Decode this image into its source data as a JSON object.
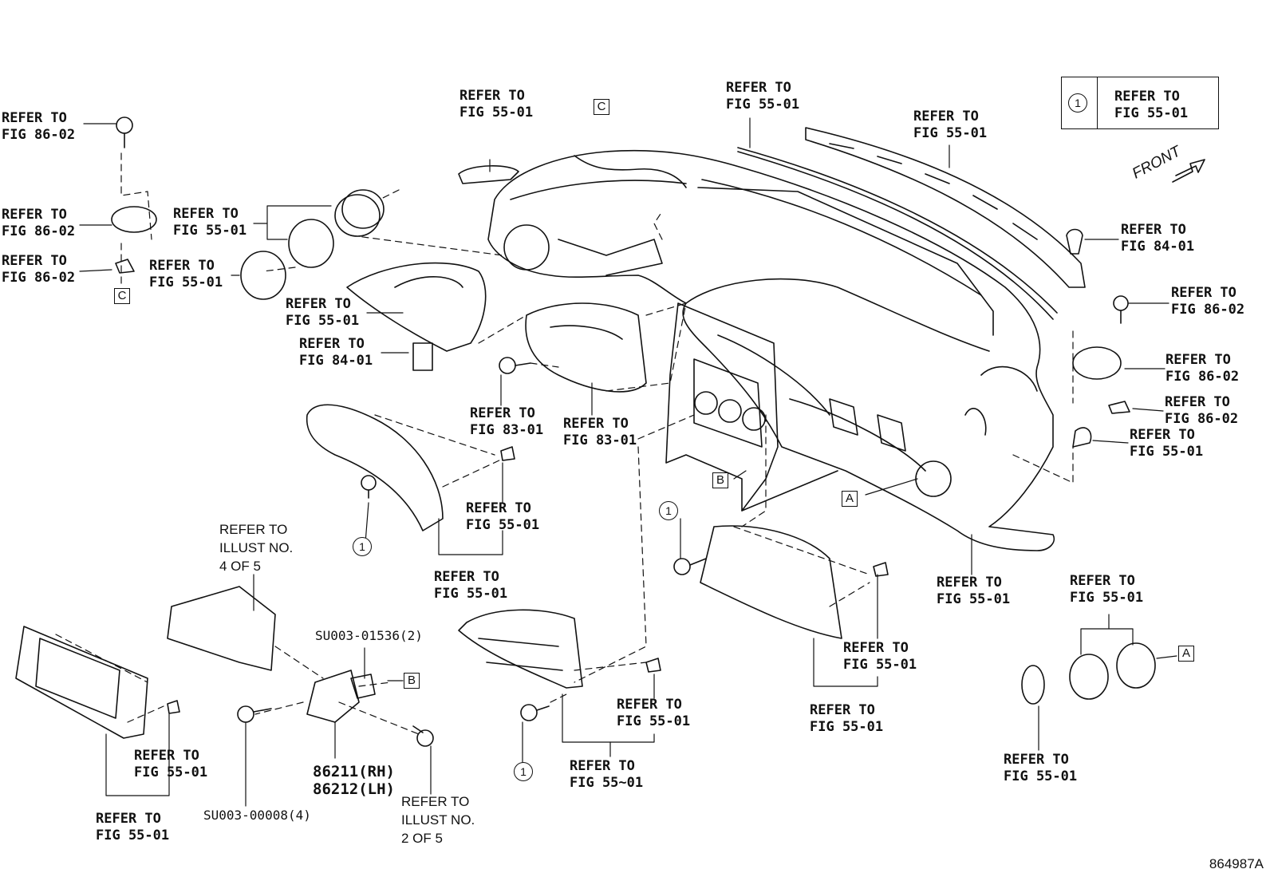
{
  "labels": {
    "refer_86_02": "REFER TO\nFIG 86-02",
    "refer_55_01": "REFER TO\nFIG 55-01",
    "refer_84_01": "REFER TO\nFIG 84-01",
    "refer_83_01": "REFER TO\nFIG 83-01",
    "refer_55_01_alt": "REFER TO\nFIG 55~01",
    "illust_4of5": "REFER TO\nILLUST NO.\n4 OF 5",
    "illust_2of5": "REFER TO\nILLUST NO.\n2 OF 5"
  },
  "parts": {
    "part_rh": "86211(RH)",
    "part_lh": "86212(LH)",
    "su_01536": "SU003-01536(2)",
    "su_00008": "SU003-00008(4)"
  },
  "markers": {
    "a": "A",
    "b": "B",
    "c": "C",
    "one": "1"
  },
  "legend": {
    "symbol": "1",
    "text": "REFER TO\nFIG 55-01"
  },
  "front_label": "FRONT",
  "drawing_code": "864987A"
}
